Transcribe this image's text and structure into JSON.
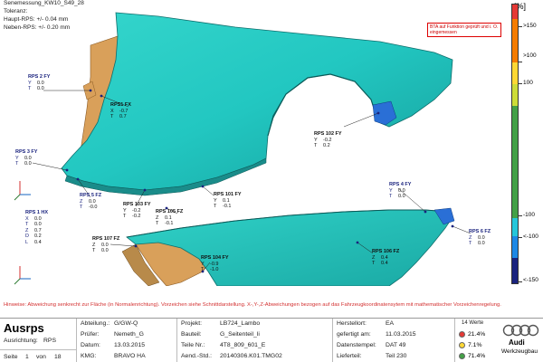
{
  "header": {
    "line1": "Senemessung_KW10_S49_28",
    "line2": "Toleranz:",
    "line3": "Haupt-RPS: +/- 0.04 mm",
    "line4": "Neben-RPS: +/- 0.20 mm"
  },
  "scale": {
    "unit": "[%]",
    "labels": [
      ">150",
      ">100",
      "100",
      "-100",
      "<-100",
      "<-150"
    ],
    "colors": [
      "#e53935",
      "#f57c00",
      "#fdd835",
      "#cddc39",
      "#43a047",
      "#26c6da",
      "#1e88e5",
      "#1a237e"
    ]
  },
  "bta_note": "BTA auf Funktion geprüft und i. O. eingemessen",
  "rps_labels": [
    {
      "title": "RPS 2 FY",
      "rows": [
        [
          "Y",
          "0.0"
        ],
        [
          "T",
          "0.0"
        ]
      ]
    },
    {
      "title": "RPS1 FX",
      "rows": [
        [
          "X",
          "-0.7"
        ],
        [
          "T",
          "0.7"
        ]
      ]
    },
    {
      "title": "RPS 102 FY",
      "rows": [
        [
          "Y",
          "-0.2"
        ],
        [
          "T",
          "0.2"
        ]
      ]
    },
    {
      "title": "RPS 3 FY",
      "rows": [
        [
          "Y",
          "0.0"
        ],
        [
          "T",
          "0.0"
        ]
      ]
    },
    {
      "title": "RPS 5 FZ",
      "rows": [
        [
          "Z",
          "0.0"
        ],
        [
          "T",
          "-0.0"
        ]
      ]
    },
    {
      "title": "RPS 1 HX",
      "rows": [
        [
          "X",
          "0.0"
        ],
        [
          "T",
          "0.0"
        ],
        [
          "Z",
          "0.7"
        ],
        [
          "D",
          "0.2"
        ],
        [
          "L",
          "0.4"
        ]
      ]
    },
    {
      "title": "RPS 103 FY",
      "rows": [
        [
          "Y",
          "-0.2"
        ],
        [
          "T",
          "-0.2"
        ]
      ]
    },
    {
      "title": "RPS 101 FY",
      "rows": [
        [
          "Y",
          "0.1"
        ],
        [
          "T",
          "-0.1"
        ]
      ]
    },
    {
      "title": "RPS 105 FZ",
      "rows": [
        [
          "Z",
          "0.1"
        ],
        [
          "T",
          "-0.1"
        ]
      ]
    },
    {
      "title": "RPS 4 FY",
      "rows": [
        [
          "Y",
          "0.0"
        ],
        [
          "T",
          "0.0"
        ]
      ]
    },
    {
      "title": "RPS 6 FZ",
      "rows": [
        [
          "Z",
          "0.0"
        ],
        [
          "T",
          "0.0"
        ]
      ]
    },
    {
      "title": "RPS 107 FZ",
      "rows": [
        [
          "Z",
          "0.0"
        ],
        [
          "T",
          "0.0"
        ]
      ]
    },
    {
      "title": "RPS 104 FY",
      "rows": [
        [
          "Y",
          "-0.9"
        ],
        [
          "T",
          "-1.0"
        ]
      ]
    },
    {
      "title": "RPS 106 FZ",
      "rows": [
        [
          "Z",
          "0.4"
        ],
        [
          "T",
          "0.4"
        ]
      ]
    }
  ],
  "footnote": "Hinweise: Abweichung senkrecht zur Fläche (in Normalenrichtung). Vorzeichen siehe Schnittdarstellung. X-,Y-,Z-Abweichungen bezogen auf das Fahrzeugkoordinatensytem mit mathematischer Vorzeichenregelung.",
  "footer": {
    "brand": "Ausrps",
    "ausrichtung_label": "Ausrichtung:",
    "ausrichtung_value": "RPS",
    "seite_label": "Seite",
    "seite_value": "1",
    "von_label": "von",
    "von_value": "18",
    "abteilung_label": "Abteilung.:",
    "abteilung_value": "G/GW-Q",
    "pruefer_label": "Prüfer:",
    "pruefer_value": "Nemeth_G",
    "datum_label": "Datum:",
    "datum_value": "13.03.2015",
    "kmg_label": "KMG:",
    "kmg_value": "BRAVO HA",
    "projekt_label": "Projekt:",
    "projekt_value": "LB724_Lambo",
    "bauteil_label": "Bauteil:",
    "bauteil_value": "G_Seitenteil_li",
    "teilnr_label": "Teile Nr.:",
    "teilnr_value": "4T8_809_601_E",
    "aendstd_label": "Aend.-Std.:",
    "aendstd_value": "20140306.K01.TMG02",
    "herstellort_label": "Herstellort:",
    "herstellort_value": "EA",
    "gefertigt_label": "gefertigt am:",
    "gefertigt_value": "11.03.2015",
    "datenstempel_label": "Datenstempel:",
    "datenstempel_value": "DAT 49",
    "lieferteil_label": "Lieferteil:",
    "lieferteil_value": "Teil 230",
    "werte_label": "14 Werte",
    "stats": [
      {
        "color": "#e53935",
        "value": "21.4%"
      },
      {
        "color": "#fdd835",
        "value": "7.1%"
      },
      {
        "color": "#43a047",
        "value": "71.4%"
      }
    ],
    "logo_text": "Audi",
    "logo_sub": "Werkzeugbau"
  }
}
